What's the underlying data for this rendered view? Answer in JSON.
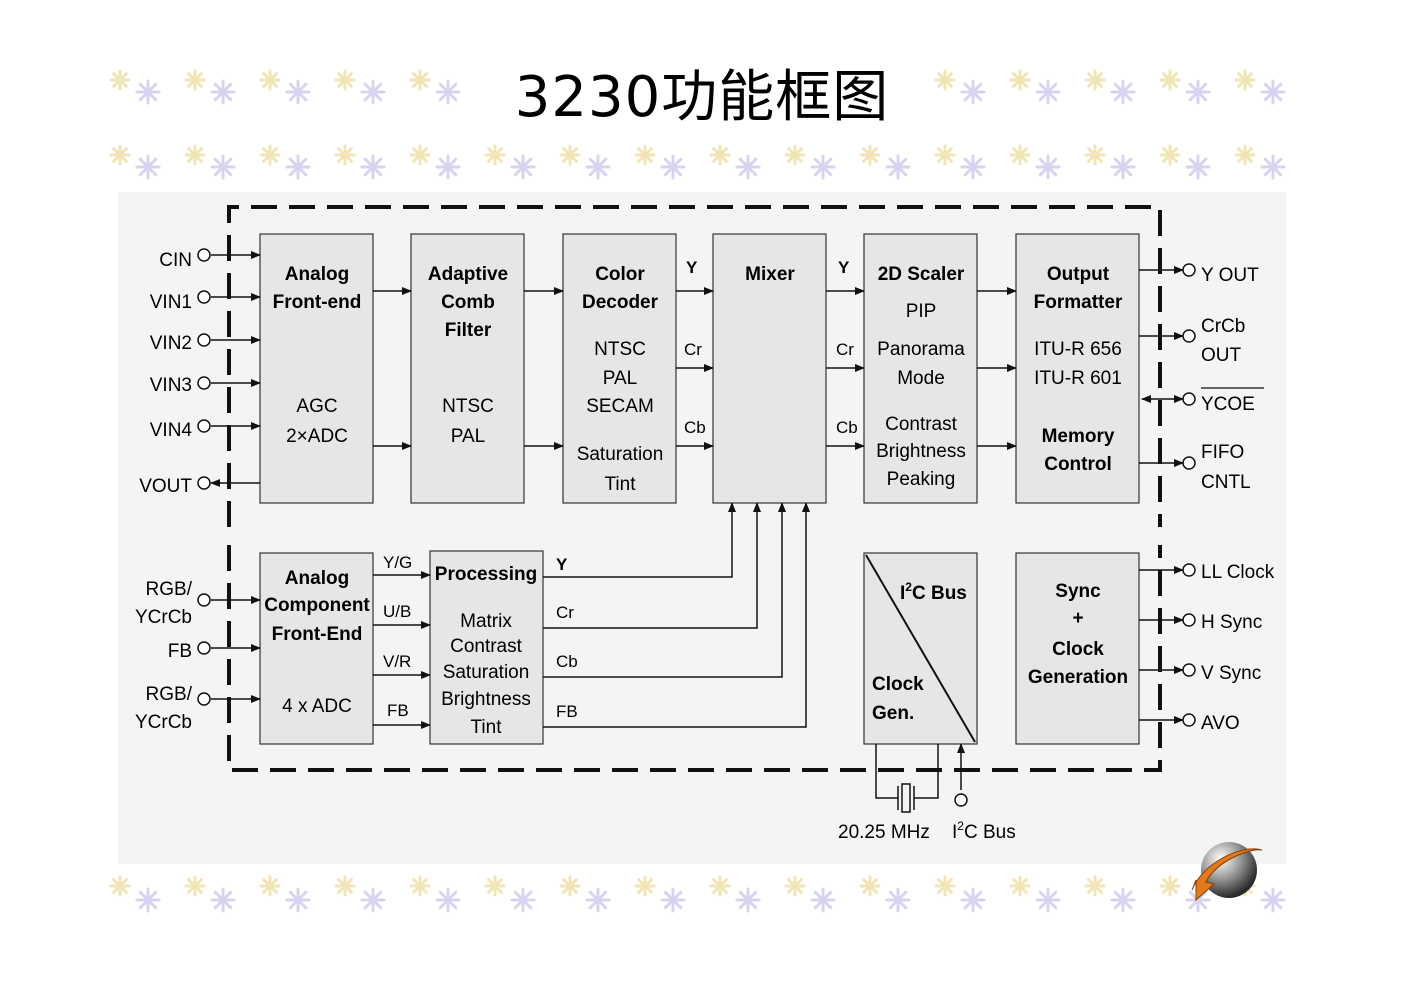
{
  "title": "3230功能框图",
  "colors": {
    "block_fill": "#e6e6e6",
    "line": "#222222",
    "deco_light": "#f1e4b5",
    "deco_dark": "#d9d3f0"
  },
  "inputs_top": [
    "CIN",
    "VIN1",
    "VIN2",
    "VIN3",
    "VIN4"
  ],
  "vout": "VOUT",
  "inputs_bottom": {
    "rgb1": [
      "RGB/",
      "YCrCb"
    ],
    "fb": "FB",
    "rgb2": [
      "RGB/",
      "YCrCb"
    ]
  },
  "blocks": {
    "analog_frontend": {
      "title": [
        "Analog",
        "Front-end"
      ],
      "body": [
        "AGC",
        "2×ADC"
      ]
    },
    "comb_filter": {
      "title": [
        "Adaptive",
        "Comb",
        "Filter"
      ],
      "body": [
        "NTSC",
        "PAL"
      ]
    },
    "color_decoder": {
      "title": [
        "Color",
        "Decoder"
      ],
      "body": [
        "NTSC",
        "PAL",
        "SECAM"
      ],
      "body2": [
        "Saturation",
        "Tint"
      ]
    },
    "mixer": {
      "title": "Mixer"
    },
    "scaler": {
      "title": "2D Scaler",
      "body": [
        "PIP",
        "Panorama",
        "Mode"
      ],
      "body2": [
        "Contrast",
        "Brightness",
        "Peaking"
      ]
    },
    "output_formatter": {
      "title": [
        "Output",
        "Formatter"
      ],
      "body": [
        "ITU-R 656",
        "ITU-R 601"
      ],
      "body2": [
        "Memory",
        "Control"
      ]
    },
    "analog_component": {
      "title": [
        "Analog",
        "Component",
        "Front-End"
      ],
      "body": "4 x ADC"
    },
    "processing": {
      "title": "Processing",
      "body": [
        "Matrix",
        "Contrast",
        "Saturation",
        "Brightness",
        "Tint"
      ]
    },
    "i2c_clock": {
      "i2c": "Bus",
      "clock": [
        "Clock",
        "Gen."
      ]
    },
    "sync_clock": {
      "title": [
        "Sync",
        "+",
        "Clock",
        "Generation"
      ]
    }
  },
  "signals": {
    "y": "Y",
    "cr": "Cr",
    "cb": "Cb",
    "yg": "Y/G",
    "ub": "U/B",
    "vr": "V/R",
    "fb": "FB"
  },
  "outputs": {
    "yout": "Y OUT",
    "crcb": [
      "CrCb",
      "OUT"
    ],
    "ycoe": "YCOE",
    "fifo": [
      "FIFO",
      "CNTL"
    ],
    "llclock": "LL Clock",
    "hsync": "H Sync",
    "vsync": "V Sync",
    "avo": "AVO"
  },
  "bottom_labels": {
    "crystal": "20.25 MHz",
    "i2c_bus": "Bus"
  }
}
